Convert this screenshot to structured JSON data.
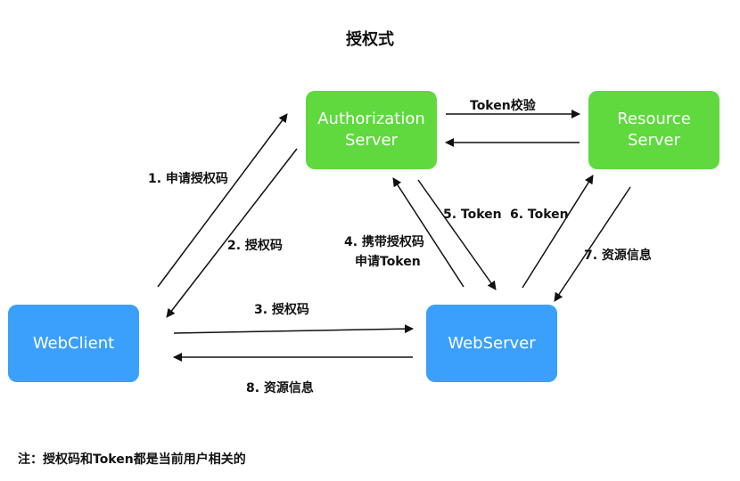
{
  "title": "授权式",
  "nodes": {
    "auth_server": {
      "line1": "Authorization",
      "line2": "Server",
      "color": "#5fd93e"
    },
    "resource_server": {
      "line1": "Resource",
      "line2": "Server",
      "color": "#5fd93e"
    },
    "web_client": {
      "label": "WebClient",
      "color": "#3aa0fb"
    },
    "web_server": {
      "label": "WebServer",
      "color": "#3aa0fb"
    }
  },
  "edges": {
    "e1": "1. 申请授权码",
    "e2": "2. 授权码",
    "e3": "3. 授权码",
    "e4_line1": "4. 携带授权码",
    "e4_line2": "申请Token",
    "e5": "5. Token",
    "e6": "6. Token",
    "e7": "7. 资源信息",
    "e8": "8. 资源信息",
    "token_check": "Token校验"
  },
  "note": "注：授权码和Token都是当前用户相关的"
}
